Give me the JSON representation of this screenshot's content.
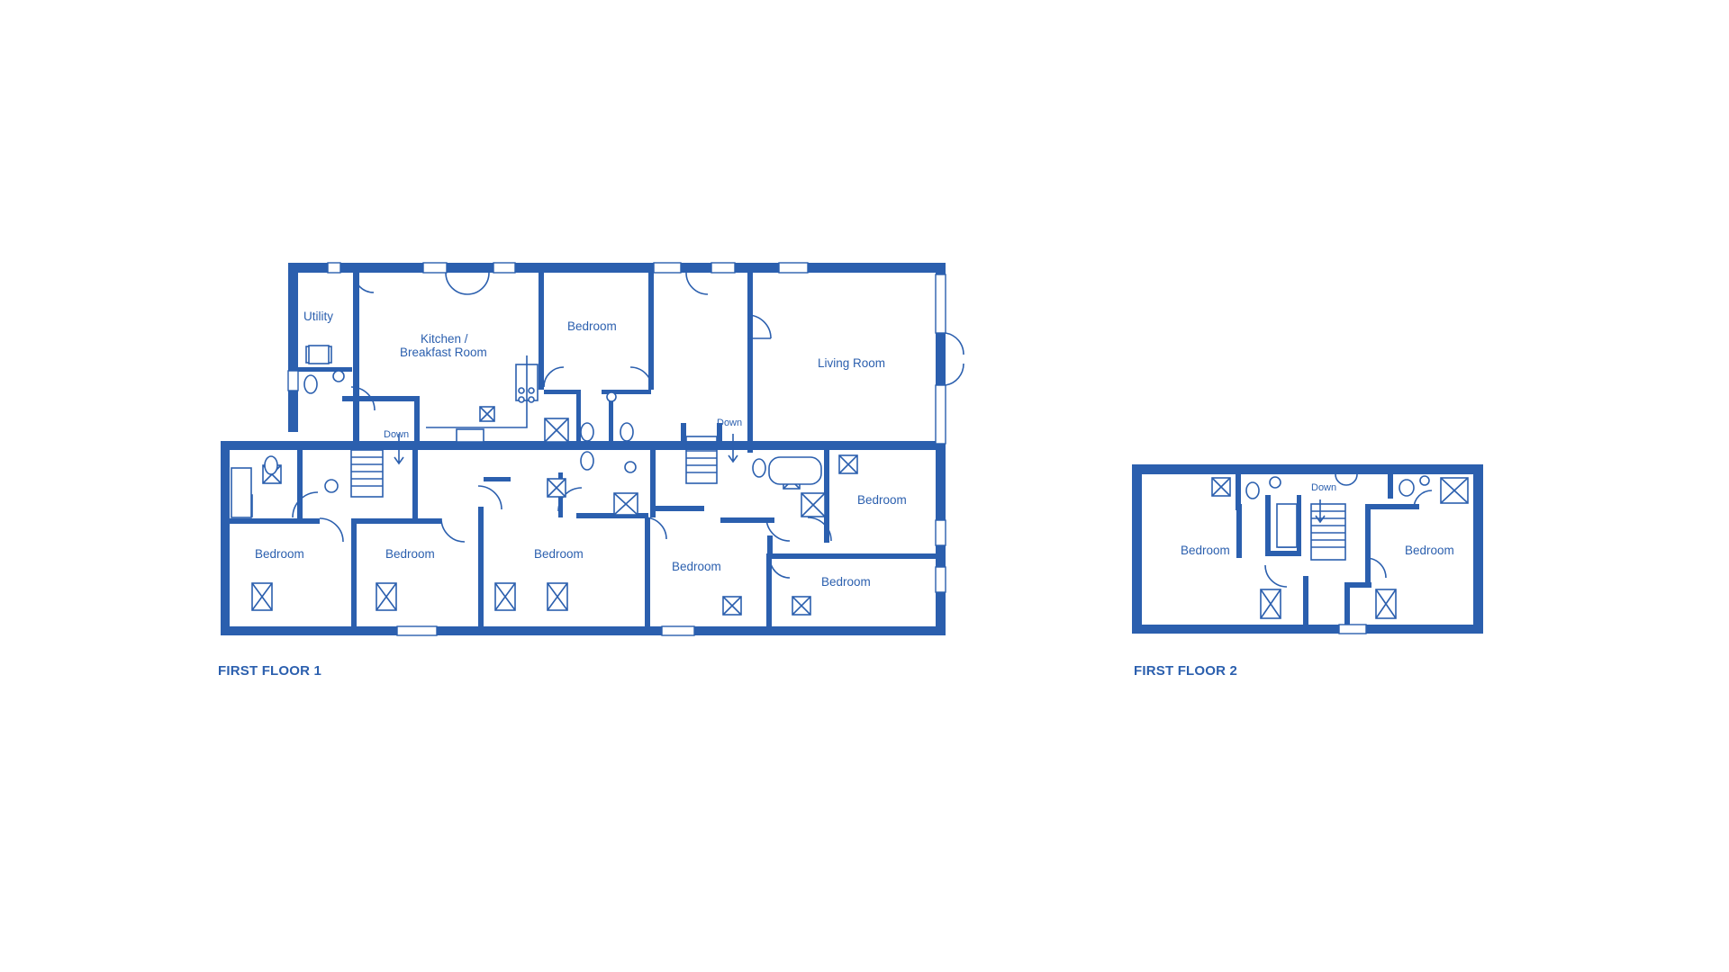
{
  "floor_1": {
    "title": "FIRST FLOOR 1",
    "rooms": {
      "utility": "Utility",
      "kitchen_line1": "Kitchen /",
      "kitchen_line2": "Breakfast Room",
      "bedroom_top": "Bedroom",
      "living": "Living Room",
      "bedroom_east": "Bedroom",
      "bedroom_sw1": "Bedroom",
      "bedroom_sw2": "Bedroom",
      "bedroom_mid": "Bedroom",
      "bedroom_se1": "Bedroom",
      "bedroom_se2": "Bedroom"
    },
    "stairs": [
      "Down",
      "Down"
    ]
  },
  "floor_2": {
    "title": "FIRST FLOOR 2",
    "rooms": {
      "bedroom_west": "Bedroom",
      "bedroom_east": "Bedroom"
    },
    "stairs": [
      "Down"
    ]
  },
  "colors": {
    "accent": "#2b5fae"
  }
}
